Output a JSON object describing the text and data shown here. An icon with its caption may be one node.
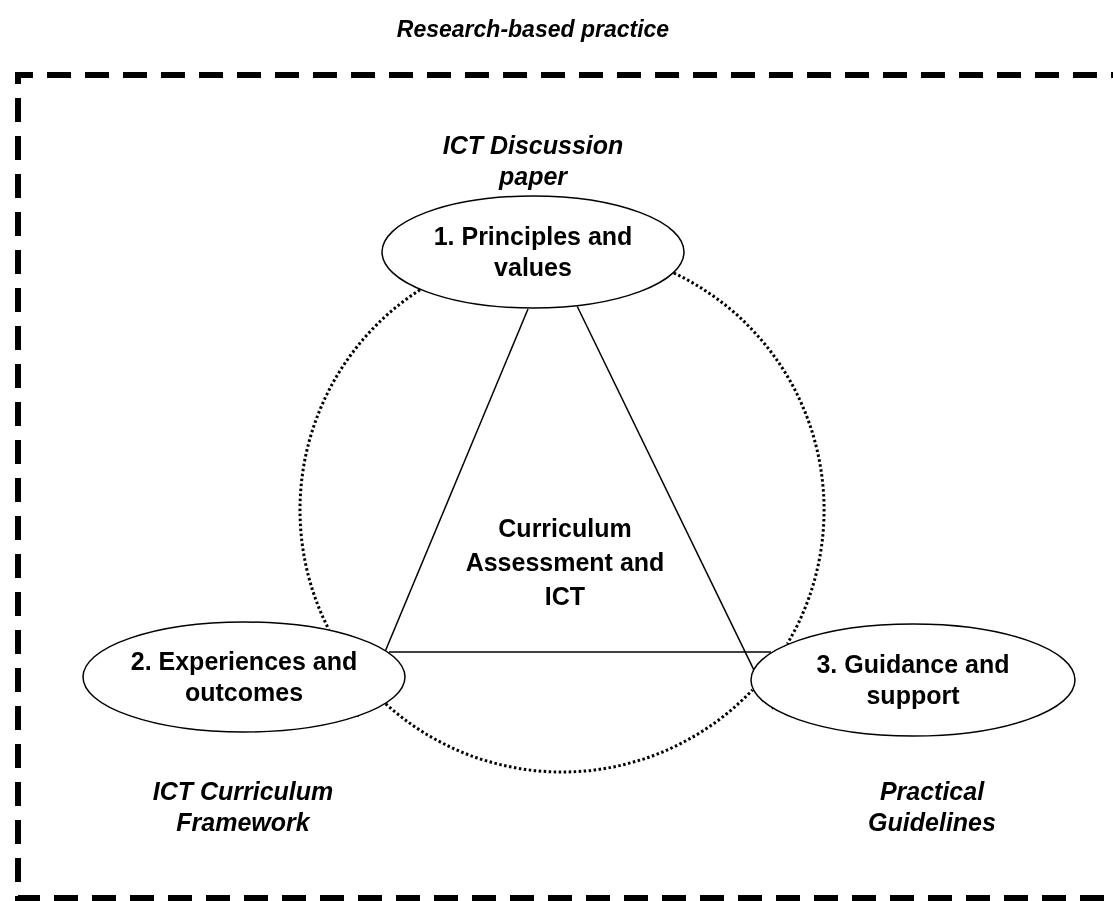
{
  "diagram": {
    "nodes": [
      {
        "text": [
          "Research-based practice"
        ]
      },
      {
        "text": [
          "1. Principles and values"
        ],
        "in": 0,
        "beside": [
          "ICT Discussion paper"
        ]
      },
      {
        "text": [
          "2. Experiences and outcomes"
        ],
        "in": 0,
        "beside": [
          "ICT Curriculum Framework"
        ]
      },
      {
        "text": [
          "3. Guidance and support"
        ],
        "in": 0,
        "beside": [
          "Practical Guidelines"
        ]
      }
    ],
    "edges": [
      {
        "from": 1,
        "to": 2,
        "arrow": "none"
      },
      {
        "from": 1,
        "to": 3,
        "arrow": "none"
      },
      {
        "from": 2,
        "to": 3,
        "arrow": "none"
      },
      {
        "from": 1,
        "to": 2,
        "arrow": "none",
        "style": "dashed"
      },
      {
        "from": 1,
        "to": 3,
        "arrow": "none",
        "style": "dashed"
      },
      {
        "from": 2,
        "to": 3,
        "arrow": "none",
        "style": "dashed"
      }
    ],
    "labels": [
      "Curriculum Assessment and ICT"
    ]
  }
}
